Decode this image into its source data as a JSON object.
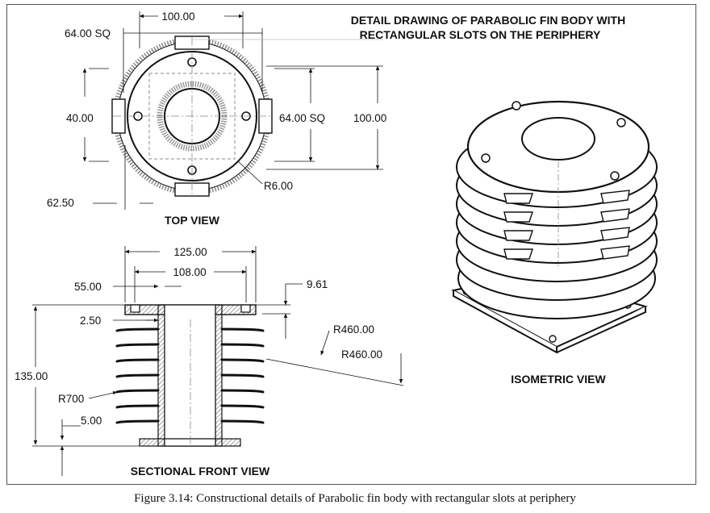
{
  "title": {
    "line1": "DETAIL DRAWING OF PARABOLIC FIN BODY WITH",
    "line2": "RECTANGULAR SLOTS ON THE PERIPHERY"
  },
  "views": {
    "top": "TOP VIEW",
    "front": "SECTIONAL FRONT VIEW",
    "iso": "ISOMETRIC VIEW"
  },
  "top_dims": {
    "width": "100.00",
    "sq_left": "64.00 SQ",
    "slot": "40.00",
    "sq_right": "64.00 SQ",
    "height": "100.00",
    "radius": "R6.00",
    "inner": "62.50"
  },
  "front_dims": {
    "outer": "125.00",
    "mid": "108.00",
    "bore": "55.00",
    "flange": "9.61",
    "wall": "2.50",
    "r1": "R460.00",
    "r2": "R460.00",
    "height": "135.00",
    "r700": "R700",
    "fin": "5.00"
  },
  "caption": "Figure 3.14: Constructional details of Parabolic fin body with rectangular slots at periphery"
}
